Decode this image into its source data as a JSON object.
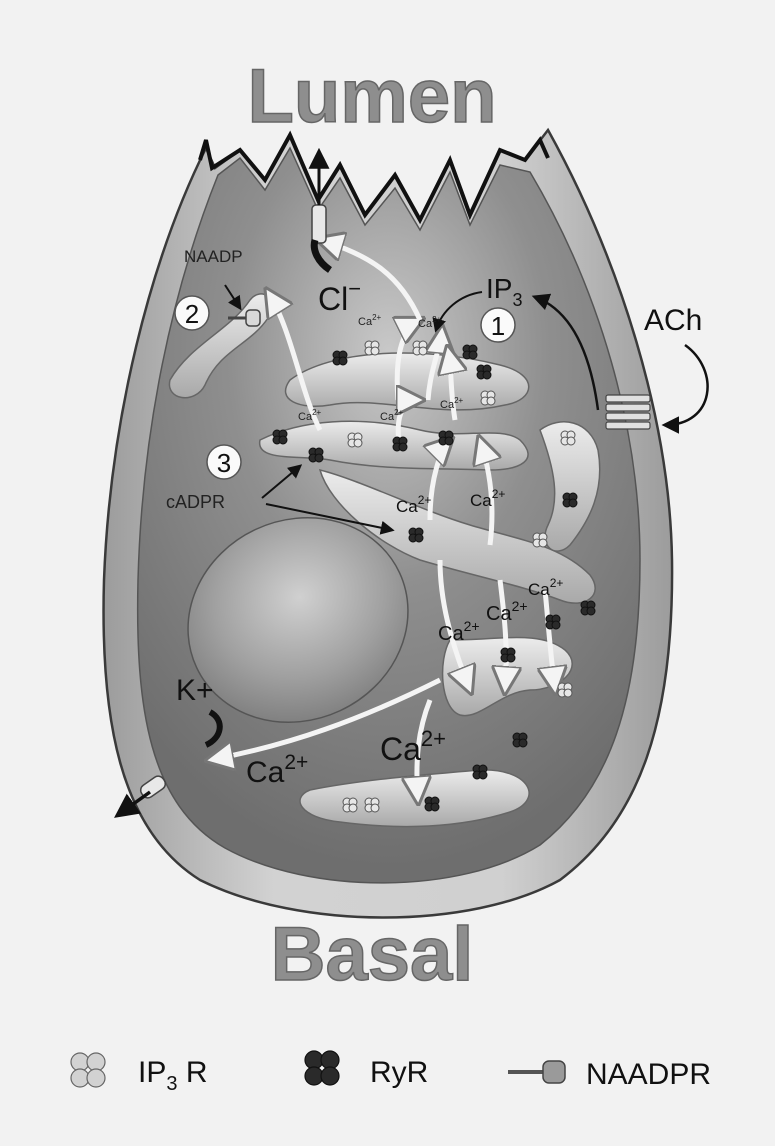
{
  "diagram": {
    "title_top": "Lumen",
    "title_bottom": "Basal",
    "labels": {
      "naadp": "NAADP",
      "cl": "Cl",
      "cl_sup": "−",
      "ip3_main": "IP",
      "ip3_sub": "3",
      "ach": "ACh",
      "cadpr": "cADPR",
      "k_plus": "K+",
      "ca_main": "Ca",
      "ca_sup": "2+"
    },
    "numbered_sites": [
      "1",
      "2",
      "3"
    ]
  },
  "legend": {
    "ip3r_main": "IP",
    "ip3r_sub": "3",
    "ip3r_tail": " R",
    "ryr": "RyR",
    "naadpr": "NAADPR"
  },
  "colors": {
    "background": "#f2f2f2",
    "cell_outer": "#bdbdbd",
    "cytoplasm": "#8a8a8a",
    "er": "#d6d6d6",
    "nucleus": "#a9a9a9",
    "title": "#8e8e8e"
  }
}
